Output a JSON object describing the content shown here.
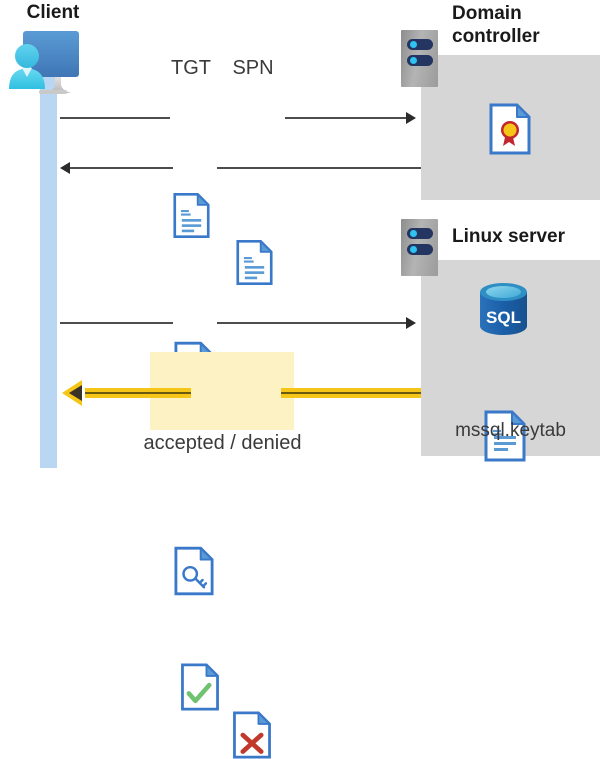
{
  "diagram": {
    "title_client": "Client",
    "title_domain_controller": "Domain\ncontroller",
    "title_domain_controller_line1": "Domain",
    "title_domain_controller_line2": "controller",
    "title_linux_server": "Linux server",
    "label_tgt": "TGT",
    "label_spn": "SPN",
    "label_keytab": "mssql.keytab",
    "label_result": "accepted / denied",
    "label_sql": "SQL"
  },
  "icons": {
    "client": "user-at-monitor-icon",
    "server_dc": "server-tower-icon",
    "server_linux": "server-tower-icon",
    "certificate": "certificate-document-icon",
    "database": "sql-database-icon",
    "keytab_doc": "text-document-icon",
    "tgt_doc": "text-document-icon",
    "spn_doc": "text-document-icon",
    "ticket_key_doc": "key-document-icon",
    "request_key_doc": "key-document-icon",
    "accepted_doc": "check-document-icon",
    "denied_doc": "cross-document-icon"
  },
  "flows": {
    "step1": "client-to-dc-request",
    "step2": "dc-to-client-ticket",
    "step3": "client-to-linux-request",
    "step4": "linux-to-client-result"
  },
  "colors": {
    "panel_gray": "#d6d6d6",
    "lifeline_blue": "#b9d6f2",
    "highlight_yellow": "#fdf2c4",
    "gold_arrow": "#f5c518",
    "doc_blue": "#3a78c9",
    "accent_green": "#6fc26f",
    "accent_red": "#c0392b",
    "sql_blue": "#1e6bb8",
    "cert_gold": "#f5c518",
    "cert_red": "#c1272d",
    "line_gray": "#4d4d4d"
  }
}
